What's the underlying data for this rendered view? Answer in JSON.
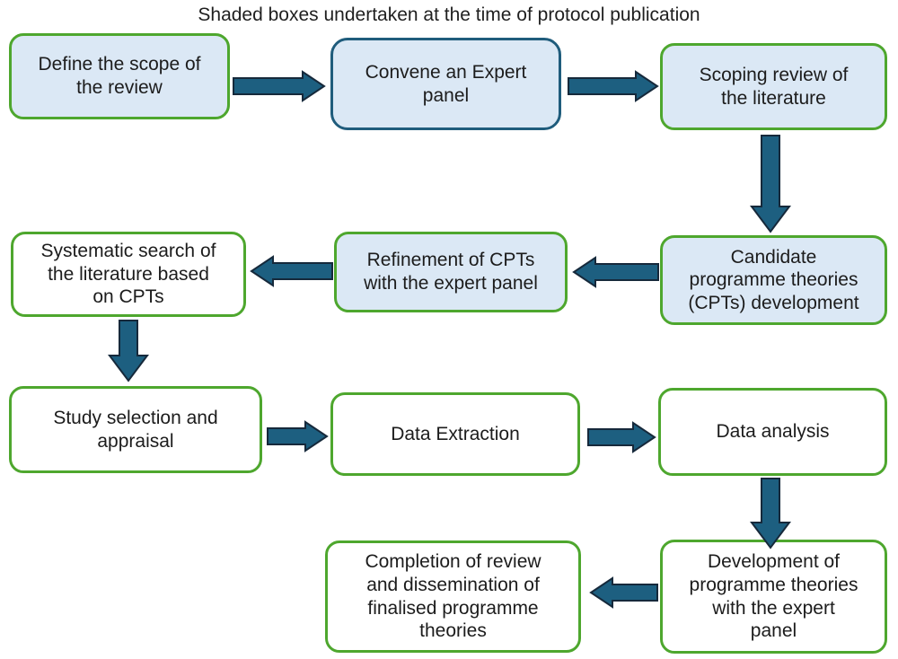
{
  "title": "Shaded boxes undertaken at the time of protocol publication",
  "colors": {
    "shaded_box_fill": "#dbe8f5",
    "plain_box_fill": "#ffffff",
    "green_border": "#4ea72e",
    "blue_border": "#1f5c7c",
    "arrow_fill": "#1d5f80",
    "arrow_outline": "#16293b",
    "text": "#1c1c1c"
  },
  "boxes": [
    {
      "id": "define_scope",
      "label": "Define the scope of\nthe review",
      "shaded": true,
      "border": "green"
    },
    {
      "id": "convene_panel",
      "label": "Convene an Expert\npanel",
      "shaded": true,
      "border": "blue"
    },
    {
      "id": "scoping_review",
      "label": "Scoping review of\nthe literature",
      "shaded": true,
      "border": "green"
    },
    {
      "id": "systematic_search",
      "label": "Systematic search of\nthe literature based\non CPTs",
      "shaded": false,
      "border": "green"
    },
    {
      "id": "refinement_cpts",
      "label": "Refinement of CPTs\nwith the expert panel",
      "shaded": true,
      "border": "green"
    },
    {
      "id": "candidate_theories",
      "label": "Candidate\nprogramme theories\n(CPTs) development",
      "shaded": true,
      "border": "green"
    },
    {
      "id": "study_selection",
      "label": "Study selection and\nappraisal",
      "shaded": false,
      "border": "green"
    },
    {
      "id": "data_extraction",
      "label": "Data Extraction",
      "shaded": false,
      "border": "green"
    },
    {
      "id": "data_analysis",
      "label": "Data analysis",
      "shaded": false,
      "border": "green"
    },
    {
      "id": "completion_review",
      "label": "Completion of review\nand dissemination of\nfinalised programme\ntheories",
      "shaded": false,
      "border": "green"
    },
    {
      "id": "development_theories",
      "label": "Development of\nprogramme theories\nwith the expert\npanel",
      "shaded": false,
      "border": "green"
    }
  ],
  "arrows": [
    {
      "id": "a1",
      "direction": "right",
      "from": "define_scope",
      "to": "convene_panel"
    },
    {
      "id": "a2",
      "direction": "right",
      "from": "convene_panel",
      "to": "scoping_review"
    },
    {
      "id": "a3",
      "direction": "down",
      "from": "scoping_review",
      "to": "candidate_theories"
    },
    {
      "id": "a4",
      "direction": "left",
      "from": "refinement_cpts",
      "to": "systematic_search"
    },
    {
      "id": "a5",
      "direction": "left",
      "from": "candidate_theories",
      "to": "refinement_cpts"
    },
    {
      "id": "a6",
      "direction": "down",
      "from": "systematic_search",
      "to": "study_selection"
    },
    {
      "id": "a7",
      "direction": "right",
      "from": "study_selection",
      "to": "data_extraction"
    },
    {
      "id": "a8",
      "direction": "right",
      "from": "data_extraction",
      "to": "data_analysis"
    },
    {
      "id": "a9",
      "direction": "down",
      "from": "data_analysis",
      "to": "development_theories"
    },
    {
      "id": "a10",
      "direction": "left",
      "from": "development_theories",
      "to": "completion_review"
    }
  ]
}
